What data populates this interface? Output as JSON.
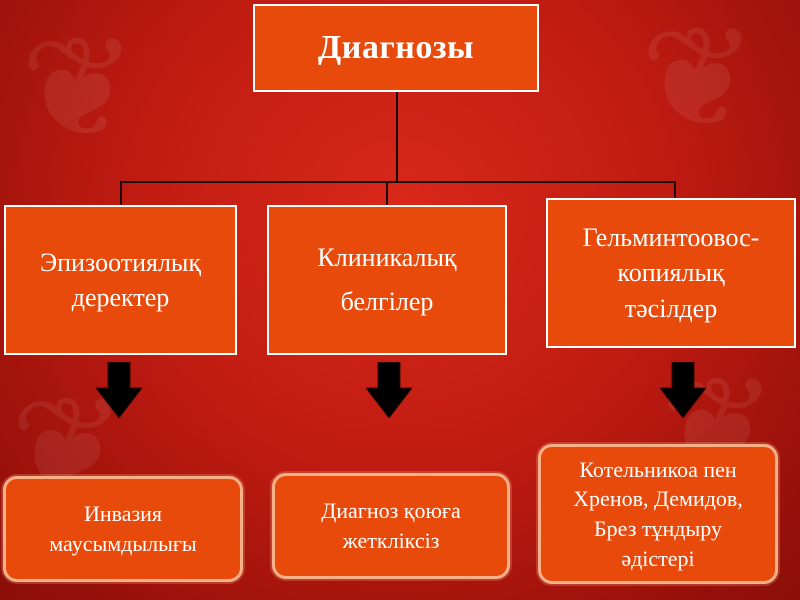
{
  "title": "Диагнозы",
  "categories": [
    {
      "lines": [
        "Эпизоотиялық",
        "деректер"
      ]
    },
    {
      "lines": [
        "Клиникалық",
        "белгілер"
      ]
    },
    {
      "lines": [
        "Гельминтоовос-",
        "копиялық",
        "тәсілдер"
      ]
    }
  ],
  "results": [
    {
      "lines": [
        "Инвазия",
        "маусымдылығы"
      ]
    },
    {
      "lines": [
        "Диагноз қоюға",
        "жеткліксіз"
      ]
    },
    {
      "lines": [
        "Котельникоа пен",
        "Хренов, Демидов,",
        "Брез тұндыру",
        "әдістері"
      ]
    }
  ],
  "colors": {
    "background": "#c11c12",
    "box_fill": "#e84a0c",
    "box_border": "#ffffff",
    "arrow": "#000000"
  }
}
